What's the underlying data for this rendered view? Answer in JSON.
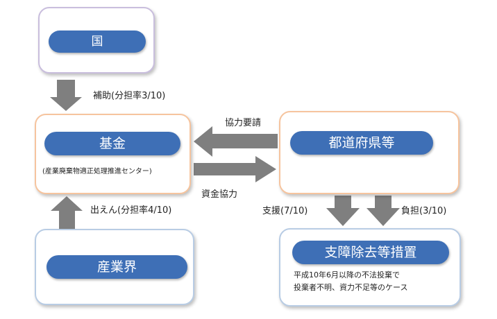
{
  "nodes": {
    "kuni": {
      "label": "国"
    },
    "kikin": {
      "label": "基金",
      "sub": "(産業廃棄物適正処理推進センター)"
    },
    "todofuken": {
      "label": "都道府県等"
    },
    "sangyokai": {
      "label": "産業界"
    },
    "shisho": {
      "label": "支障除去等措置",
      "note_line1": "平成10年6月以降の不法投棄で",
      "note_line2": "投棄者不明、資力不足等のケース"
    }
  },
  "edges": {
    "hojo": "補助(分担率3/10)",
    "kyoryoku_yosei": "協力要請",
    "shikin_kyoryoku": "資金協力",
    "shutsuen": "出えん(分担率4/10)",
    "shien": "支援(7/10)",
    "futan": "負担(3/10)"
  },
  "colors": {
    "pill": "#3e6fb6",
    "arrow": "#7f7f7f",
    "border_kuni": "#c9bedd",
    "border_orange": "#f6c49e",
    "border_blue": "#b8cce4"
  }
}
